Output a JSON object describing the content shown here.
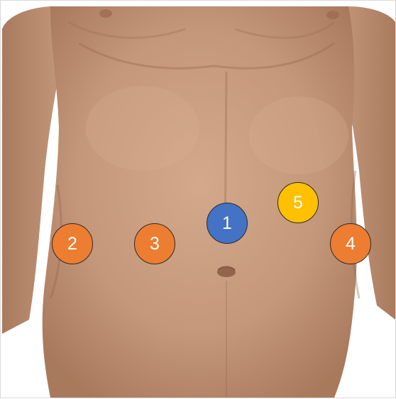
{
  "colors": {
    "skin": "#c99d7f",
    "skin_shadow": "#a9795c",
    "background": "#ffffff",
    "marker_blue": "#4472c4",
    "marker_orange": "#ed7d31",
    "marker_yellow": "#ffc000"
  },
  "markers": [
    {
      "label": "1",
      "color": "#4472c4"
    },
    {
      "label": "2",
      "color": "#ed7d31"
    },
    {
      "label": "3",
      "color": "#ed7d31"
    },
    {
      "label": "4",
      "color": "#ed7d31"
    },
    {
      "label": "5",
      "color": "#ffc000"
    }
  ]
}
